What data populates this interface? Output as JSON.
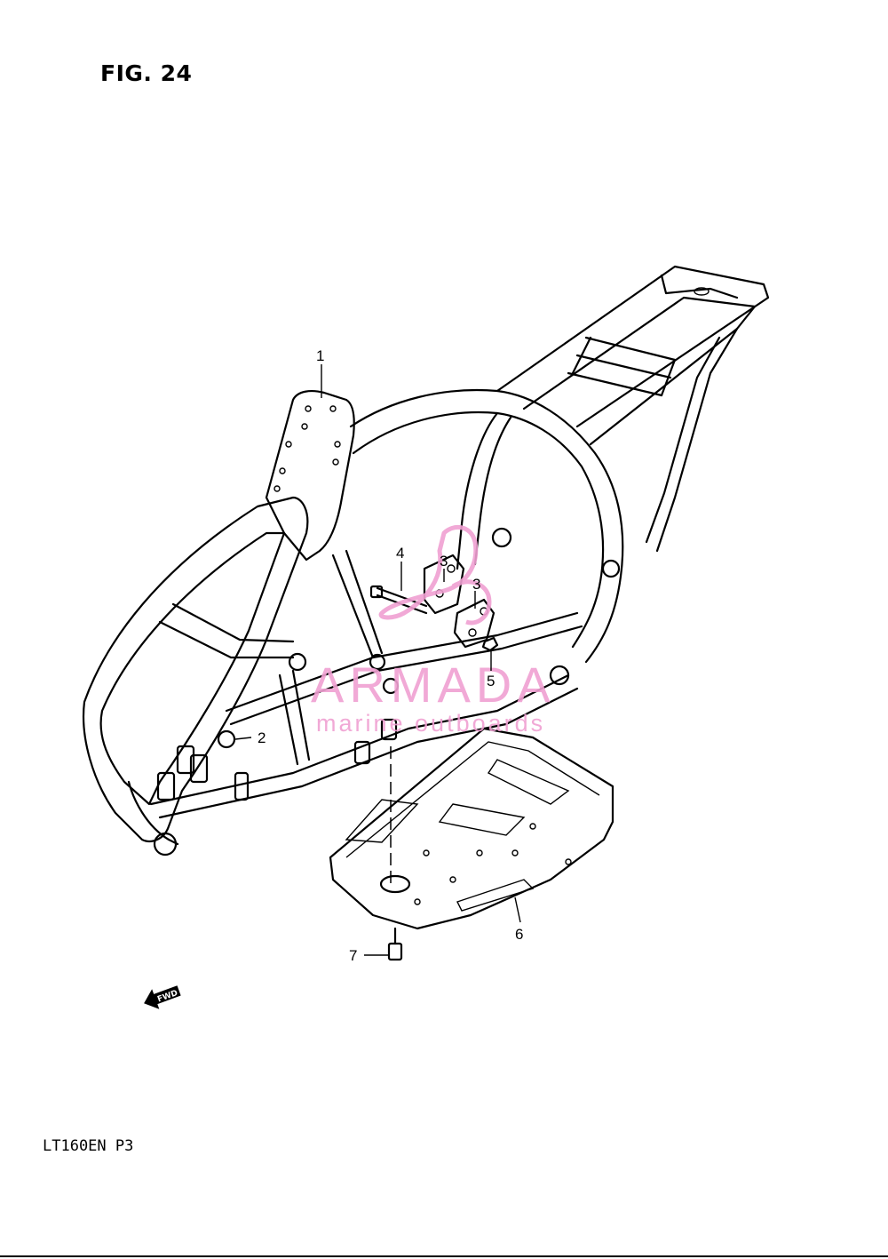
{
  "figure": {
    "title": "FIG. 24",
    "model_code": "LT160EN  P3",
    "fwd_label": "FWD"
  },
  "watermark": {
    "brand": "ARMADA",
    "tagline": "marine outboards",
    "color": "#f0a0d2"
  },
  "callouts": [
    {
      "id": "1",
      "label": "1"
    },
    {
      "id": "2",
      "label": "2"
    },
    {
      "id": "3a",
      "label": "3"
    },
    {
      "id": "3b",
      "label": "3"
    },
    {
      "id": "4",
      "label": "4"
    },
    {
      "id": "5",
      "label": "5"
    },
    {
      "id": "6",
      "label": "6"
    },
    {
      "id": "7",
      "label": "7"
    }
  ],
  "icons": {
    "fwd_arrow": "fwd-arrow-icon",
    "watermark_logo": "armada-logo-icon"
  }
}
